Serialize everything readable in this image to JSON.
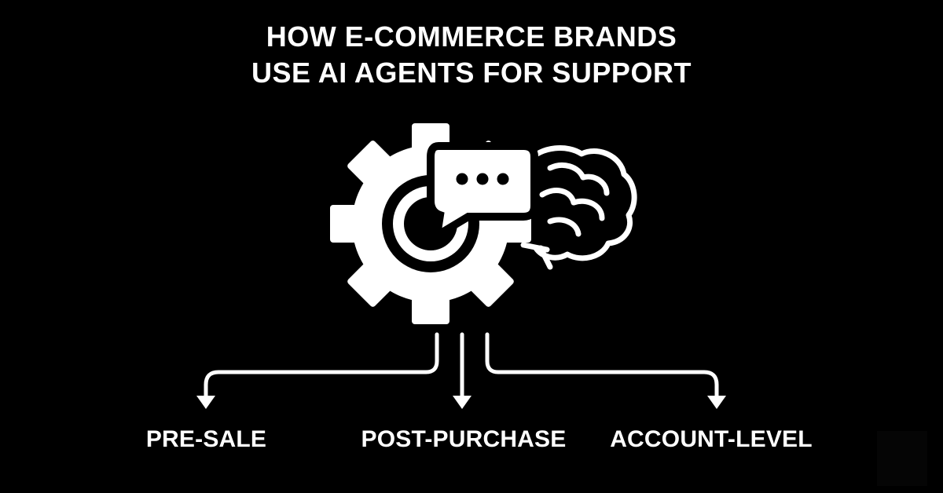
{
  "title": {
    "line1": "HOW E-COMMERCE BRANDS",
    "line2": "USE AI AGENTS FOR SUPPORT"
  },
  "icons": [
    "gear-icon",
    "chat-bubble-icon",
    "brain-icon"
  ],
  "branches": [
    {
      "label": "PRE-SALE"
    },
    {
      "label": "POST-PURCHASE"
    },
    {
      "label": "ACCOUNT-LEVEL"
    }
  ],
  "colors": {
    "background": "#000000",
    "foreground": "#ffffff"
  }
}
